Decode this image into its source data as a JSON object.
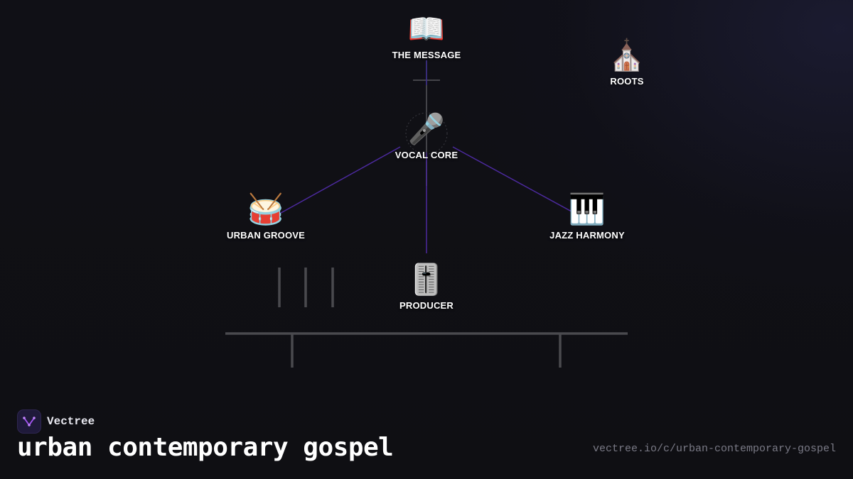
{
  "brand": {
    "name": "Vectree",
    "logo_color": "#a855f7"
  },
  "diagram": {
    "title": "urban contemporary gospel",
    "url": "vectree.io/c/urban-contemporary-gospel",
    "line_color": "#4c2a9e",
    "structure_color": "#4a4a4e",
    "nodes": [
      {
        "id": "message",
        "label": "THE MESSAGE",
        "icon": "📖",
        "icon_name": "open-book-icon"
      },
      {
        "id": "roots",
        "label": "ROOTS",
        "icon": "⛪",
        "icon_name": "church-icon"
      },
      {
        "id": "vocal",
        "label": "VOCAL CORE",
        "icon": "🎤",
        "icon_name": "microphone-icon"
      },
      {
        "id": "groove",
        "label": "URBAN GROOVE",
        "icon": "🥁",
        "icon_name": "drum-icon"
      },
      {
        "id": "harmony",
        "label": "JAZZ HARMONY",
        "icon": "🎹",
        "icon_name": "piano-keys-icon"
      },
      {
        "id": "producer",
        "label": "PRODUCER",
        "icon": "🎚️",
        "icon_name": "level-slider-icon"
      }
    ]
  }
}
